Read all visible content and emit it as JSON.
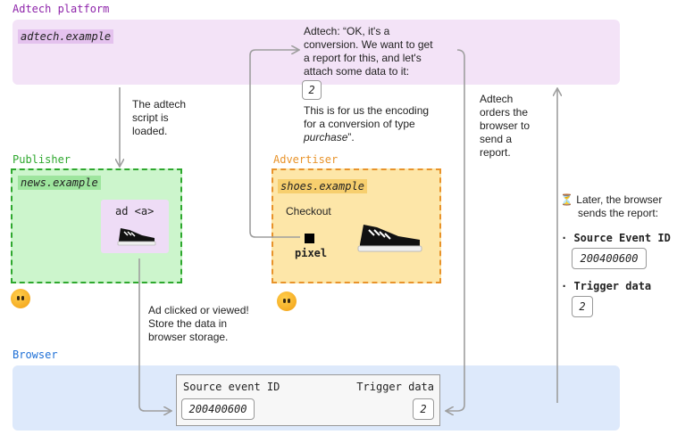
{
  "adtech": {
    "section_label": "Adtech platform",
    "domain": "adtech.example",
    "message_line1": "Adtech: “OK, it's a",
    "message_line2": "conversion. We want to get",
    "message_line3": "a report for this, and let's",
    "message_line4": "attach some data to it:",
    "trigger_value": "2",
    "encoding_line1": "This is for us the encoding",
    "encoding_line2": "for a conversion of type",
    "encoding_type": "purchase",
    "encoding_end": "”."
  },
  "publisher": {
    "section_label": "Publisher",
    "domain": "news.example",
    "ad_label": "ad <a>"
  },
  "advertiser": {
    "section_label": "Advertiser",
    "domain": "shoes.example",
    "checkout_label": "Checkout",
    "pixel_label": "pixel"
  },
  "browser": {
    "section_label": "Browser",
    "col_source_event_id": "Source event ID",
    "col_trigger_data": "Trigger data",
    "source_event_id_value": "200400600",
    "trigger_data_value": "2"
  },
  "notes": {
    "script_loaded": [
      "The adtech",
      "script is",
      "loaded."
    ],
    "ad_clicked": [
      "Ad clicked or viewed!",
      "Store the data in",
      "browser storage."
    ],
    "adtech_orders": [
      "Adtech",
      "orders the",
      "browser to",
      "send a",
      "report."
    ]
  },
  "report": {
    "later_line1": "Later, the browser",
    "later_line2": "sends the report:",
    "source_event_id_label": "Source Event ID",
    "source_event_id_value": "200400600",
    "trigger_data_label": "Trigger data",
    "trigger_data_value": "2"
  },
  "colors": {
    "adtech_band": "#f3e3f7",
    "adtech_label": "#8e24aa",
    "publisher_fill": "#ccf5cc",
    "publisher_border": "#2ea82e",
    "advertiser_fill": "#fde6a8",
    "advertiser_border": "#e8932a",
    "browser_band": "#dde9fb",
    "browser_label": "#1e6fd6",
    "arrow": "#9e9e9e"
  }
}
